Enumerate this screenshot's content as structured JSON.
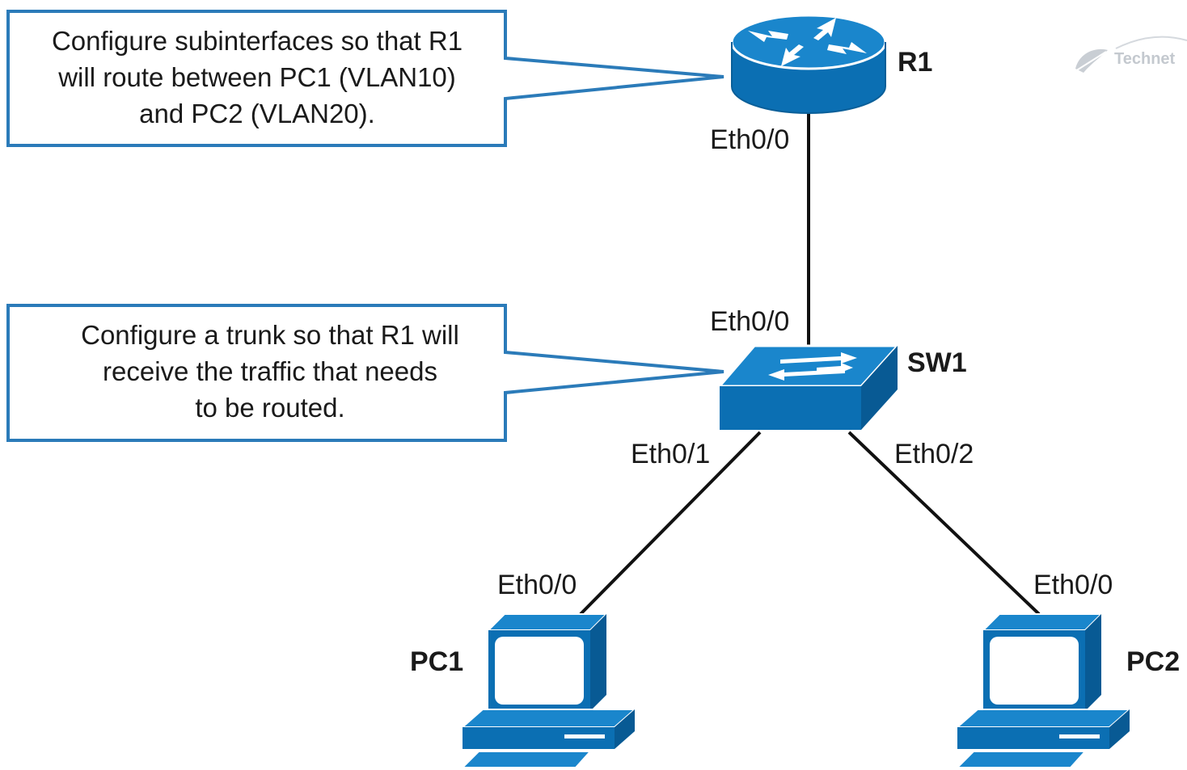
{
  "colors": {
    "cisco_blue": "#0b6fb3",
    "callout_border": "#2b7bb9",
    "link": "#111111"
  },
  "callouts": {
    "subinterfaces": "Configure subinterfaces so that R1\nwill route between PC1 (VLAN10)\nand PC2 (VLAN20).",
    "trunk": "Configure a trunk so that R1 will\nreceive the traffic that needs\nto be routed."
  },
  "devices": {
    "r1": "R1",
    "sw1": "SW1",
    "pc1": "PC1",
    "pc2": "PC2"
  },
  "interfaces": {
    "r1_eth00": "Eth0/0",
    "sw1_eth00": "Eth0/0",
    "sw1_eth01": "Eth0/1",
    "sw1_eth02": "Eth0/2",
    "pc1_eth00": "Eth0/0",
    "pc2_eth00": "Eth0/0"
  },
  "watermark": {
    "text": "Technet",
    "icon": "feather-icon"
  }
}
